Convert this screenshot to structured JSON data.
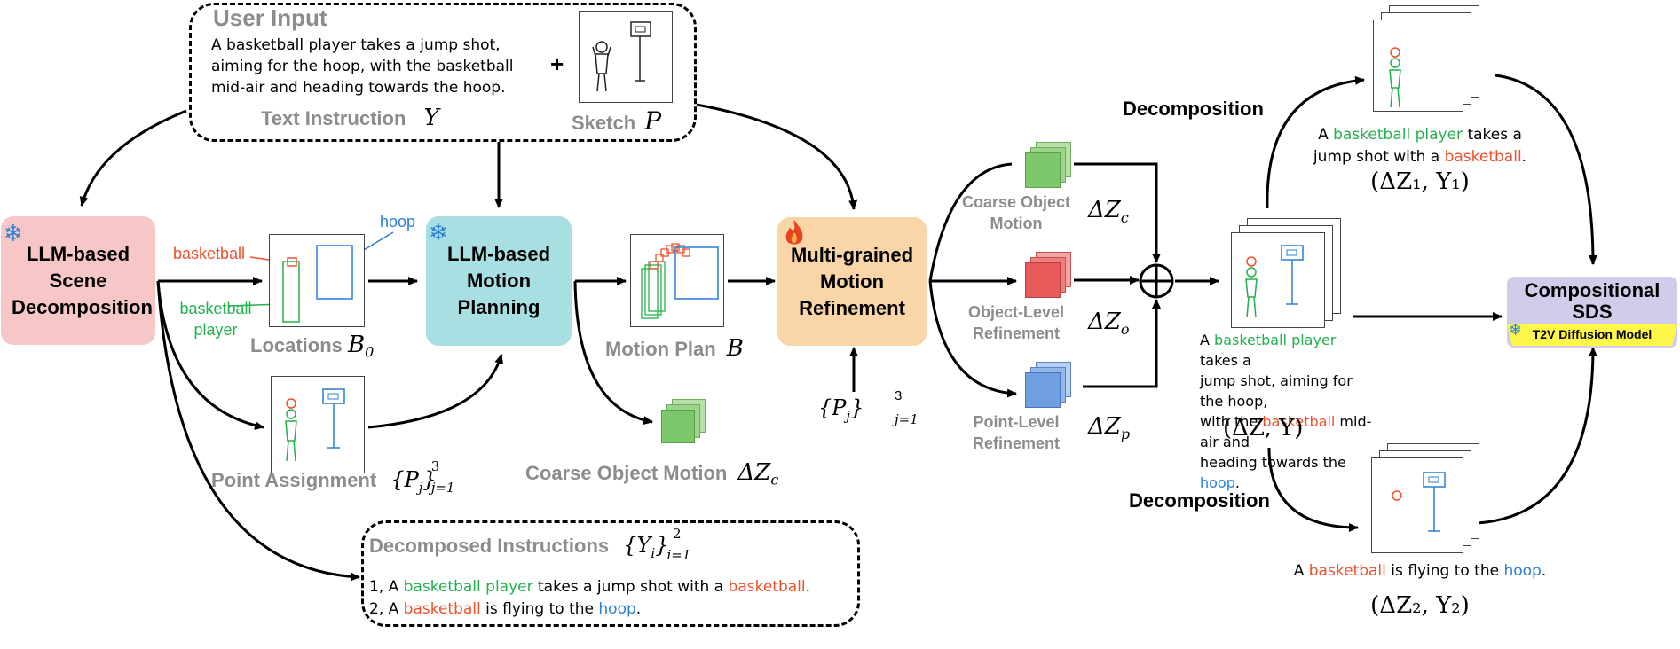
{
  "user_input": {
    "title": "User Input",
    "text_lines": [
      "A basketball player takes a jump shot,",
      "aiming for the hoop, with the basketball",
      "mid-air and heading towards the hoop."
    ],
    "plus": "+",
    "text_instruction_label": "Text Instruction",
    "text_instruction_symbol": "Y",
    "sketch_label": "Sketch",
    "sketch_symbol": "P"
  },
  "scene_decomposition": {
    "label": "LLM-based Scene Decomposition",
    "icon": "snowflake-icon",
    "fill": "#f7c6c7"
  },
  "locations": {
    "label": "Locations",
    "symbol": "B",
    "symbol_sub": "0",
    "basketball_label": "basketball",
    "player_label": "basketball player",
    "hoop_label": "hoop"
  },
  "point_assignment": {
    "label": "Point Assignment",
    "symbol": "{P",
    "sub": "j",
    "close": "}",
    "sup": "3",
    "range": "j=1"
  },
  "motion_planning": {
    "label": "LLM-based Motion Planning",
    "icon": "snowflake-icon",
    "fill": "#a8dfe3"
  },
  "motion_plan": {
    "label": "Motion Plan",
    "symbol": "B"
  },
  "coarse_object_motion_bottom": {
    "label": "Coarse Object Motion",
    "symbol": "ΔZ",
    "sub": "c"
  },
  "refinement": {
    "label": "Multi-grained Motion Refinement",
    "icon": "fire-icon",
    "fill": "#f9d5a7"
  },
  "points_input": {
    "symbol": "{P",
    "sub": "j",
    "close": "}",
    "sup": "3",
    "range": "j=1"
  },
  "decomposed_instructions": {
    "title": "Decomposed Instructions",
    "symbol": "{Y",
    "sub": "i",
    "close": "}",
    "sup": "2",
    "range": "i=1",
    "line1": {
      "prefix": "1, A ",
      "player": "basketball player",
      "mid": " takes a jump shot with a ",
      "ball": "basketball",
      "end": "."
    },
    "line2": {
      "prefix": "2, A ",
      "ball": "basketball",
      "mid": " is flying to the ",
      "hoop": "hoop",
      "end": "."
    }
  },
  "branches": [
    {
      "label": "Coarse Object Motion",
      "symbol": "ΔZ",
      "sub": "c",
      "color": "#7cc86a"
    },
    {
      "label": "Object-Level Refinement",
      "symbol": "ΔZ",
      "sub": "o",
      "color": "#e85a5a"
    },
    {
      "label": "Point-Level Refinement",
      "symbol": "ΔZ",
      "sub": "p",
      "color": "#6f9fe0"
    }
  ],
  "sum_symbol": "⊕",
  "full": {
    "prefix": "A ",
    "player": "basketball player",
    "mid1": " takes a",
    "line2": "jump shot, aiming for the hoop,",
    "line3_prefix": "with the ",
    "ball": "basketball",
    "line3_end": " mid-air and",
    "line4_prefix": "heading towards the ",
    "hoop": "hoop",
    "line4_end": ".",
    "pair": "(ΔZ, Y)"
  },
  "decomposition_top": {
    "label": "Decomposition",
    "prefix": "A ",
    "player": "basketball player",
    "mid": " takes a",
    "line2_prefix": "jump shot with a ",
    "ball": "basketball",
    "line2_end": ".",
    "pair": "(ΔZ₁, Y₁)"
  },
  "decomposition_bottom": {
    "label": "Decomposition",
    "prefix": "A ",
    "ball": "basketball",
    "mid": " is flying to the ",
    "hoop": "hoop",
    "end": ".",
    "pair": "(ΔZ₂, Y₂)"
  },
  "sds": {
    "label": "Compositional SDS",
    "sub_label": "T2V Diffusion Model",
    "icon": "snowflake-icon",
    "fill": "#cfcdea",
    "sub_fill": "#fff64a"
  }
}
